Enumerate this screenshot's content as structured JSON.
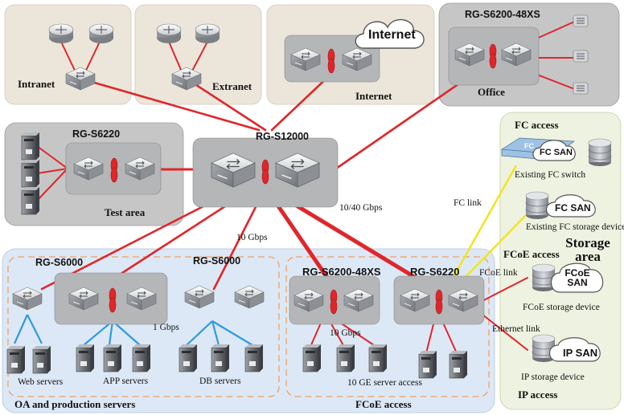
{
  "colors": {
    "link_red": "#e0262a",
    "link_yellow": "#f2e41a",
    "link_blue": "#2b9be0",
    "panel_beige": "#ece6da",
    "panel_gray": "#c6c6c6",
    "panel_blue": "#dde8f6",
    "panel_green": "#eef2e0",
    "dashed_orange": "#f0a060"
  },
  "zones": {
    "intranet": "Intranet",
    "extranet": "Extranet",
    "internet_label": "Internet",
    "internet_cloud": "Internet",
    "office": "Office",
    "test_area": "Test area",
    "oa_production": "OA and production servers",
    "fcoe_access": "FCoE access",
    "storage_area": "Storage area",
    "fc_access": "FC access",
    "fcoe_access_right": "FCoE access",
    "ip_access": "IP access"
  },
  "devices": {
    "core": "RG-S12000",
    "office_switch": "RG-S6200-48XS",
    "test_switch": "RG-S6220",
    "oa_switch_1": "RG-S6000",
    "oa_switch_2": "RG-S6000",
    "fcoe_switch_1": "RG-S6200-48XS",
    "fcoe_switch_2": "RG-S6220"
  },
  "links": {
    "core_uplink": "10/40 Gbps",
    "oa_uplink": "10 Gbps",
    "server_link": "1 Gbps",
    "fcoe_server_link": "10 Gbps",
    "fc_link": "FC link",
    "fcoe_link": "FCoE link",
    "ethernet_link": "Ethernet link"
  },
  "servers": {
    "web": "Web servers",
    "app": "APP servers",
    "db": "DB servers",
    "ten_ge": "10 GE server access"
  },
  "storage": {
    "fc_switch": "Existing FC switch",
    "fc_storage": "Existing FC storage device",
    "fcoe_storage": "FCoE storage device",
    "ip_storage": "IP storage device",
    "fc_san_1": "FC SAN",
    "fc_san_2": "FC SAN",
    "fcoe_san": "FCoE SAN",
    "ip_san": "IP SAN",
    "fc_switch_badge": "FC"
  },
  "icons": {
    "switch": "switch-icon",
    "router": "router-icon",
    "server": "server-icon",
    "storage": "storage-icon",
    "cloud": "cloud-icon",
    "stack_link": "stack-link-icon"
  }
}
